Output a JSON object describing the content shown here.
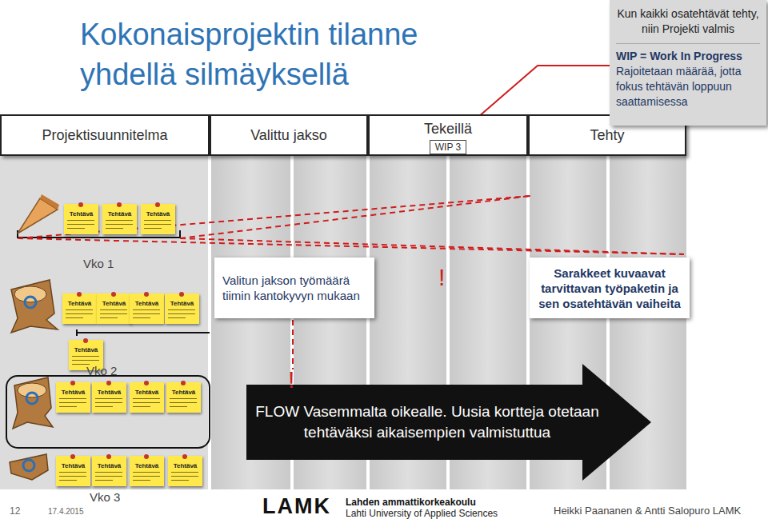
{
  "diagram": {
    "title": "Kokonaisprojektin tilanne yhdellä silmäyksellä",
    "nodes": [
      {
        "text": [
          "Projektisuunnitelma"
        ]
      },
      {
        "text": [
          "Valittu jakso"
        ]
      },
      {
        "text": [
          "Tekeillä"
        ]
      },
      {
        "text": [
          "WIP 3"
        ],
        "in": 2
      },
      {
        "text": [
          "Tehty"
        ]
      },
      {
        "text": [
          "Kun kaikki osatehtävät tehty, niin Projekti valmis",
          "WIP = Work In Progress",
          "Rajoitetaan määrää, jotta fokus tehtävän loppuun saattamisessa"
        ]
      },
      {
        "text": [
          "Valitun jakson työmäärä tiimin kantokyvyn mukaan"
        ]
      },
      {
        "text": [
          "Sarakkeet kuvaavat tarvittavan työpaketin ja sen osatehtävän vaiheita"
        ]
      },
      {
        "text": [
          "FLOW Vasemmalta oikealle. Uusia kortteja otetaan tehtäväksi aikaisempien valmistuttua"
        ]
      },
      {
        "text": [
          "Tehtävä"
        ]
      },
      {
        "text": [
          "Tehtävä"
        ]
      },
      {
        "text": [
          "Tehtävä"
        ]
      },
      {
        "text": [
          "Tehtävä"
        ]
      },
      {
        "text": [
          "Tehtävä"
        ]
      },
      {
        "text": [
          "Tehtävä"
        ]
      },
      {
        "text": [
          "Tehtävä"
        ]
      },
      {
        "text": [
          "Tehtävä"
        ]
      },
      {
        "text": [
          "Tehtävä"
        ]
      },
      {
        "text": [
          "Tehtävä"
        ]
      },
      {
        "text": [
          "Tehtävä"
        ]
      },
      {
        "text": [
          "Tehtävä"
        ]
      },
      {
        "text": [
          "Tehtävä"
        ]
      },
      {
        "text": [
          "Tehtävä"
        ]
      },
      {
        "text": [
          "Tehtävä"
        ]
      },
      {
        "text": [
          "Tehtävä"
        ]
      }
    ],
    "edges": [
      {
        "from": 3,
        "to": 5,
        "arrow": "none"
      }
    ],
    "labels": [
      "Vko 1",
      "!",
      "Vko 2",
      "!",
      "Vko 3",
      "12",
      "17.4.2015",
      "LAMK",
      "Lahden ammattikorkeakoulu",
      "Lahti University of Applied Sciences",
      "Heikki Paananen & Antti Salopuro LAMK"
    ]
  }
}
